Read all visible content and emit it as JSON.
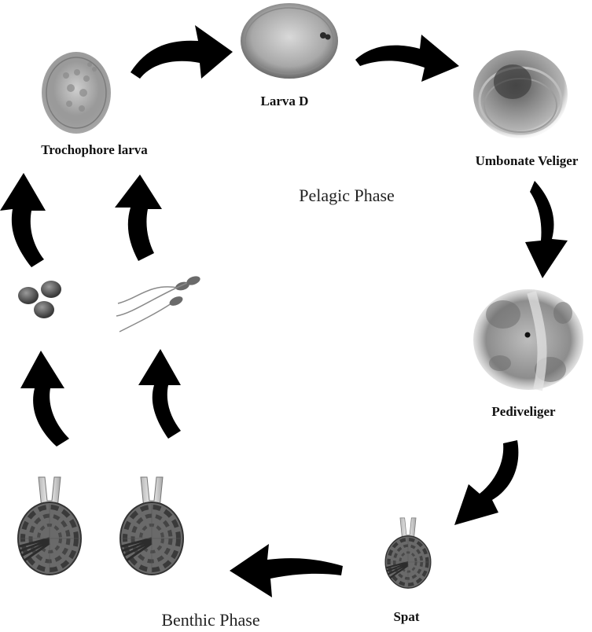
{
  "labels": {
    "larva_d": "Larva D",
    "umbonate_veliger": "Umbonate Veliger",
    "pediveliger": "Pediveliger",
    "spat": "Spat",
    "trochophore": "Trochophore larva",
    "pelagic_phase": "Pelagic Phase",
    "benthic_phase": "Benthic Phase"
  }
}
